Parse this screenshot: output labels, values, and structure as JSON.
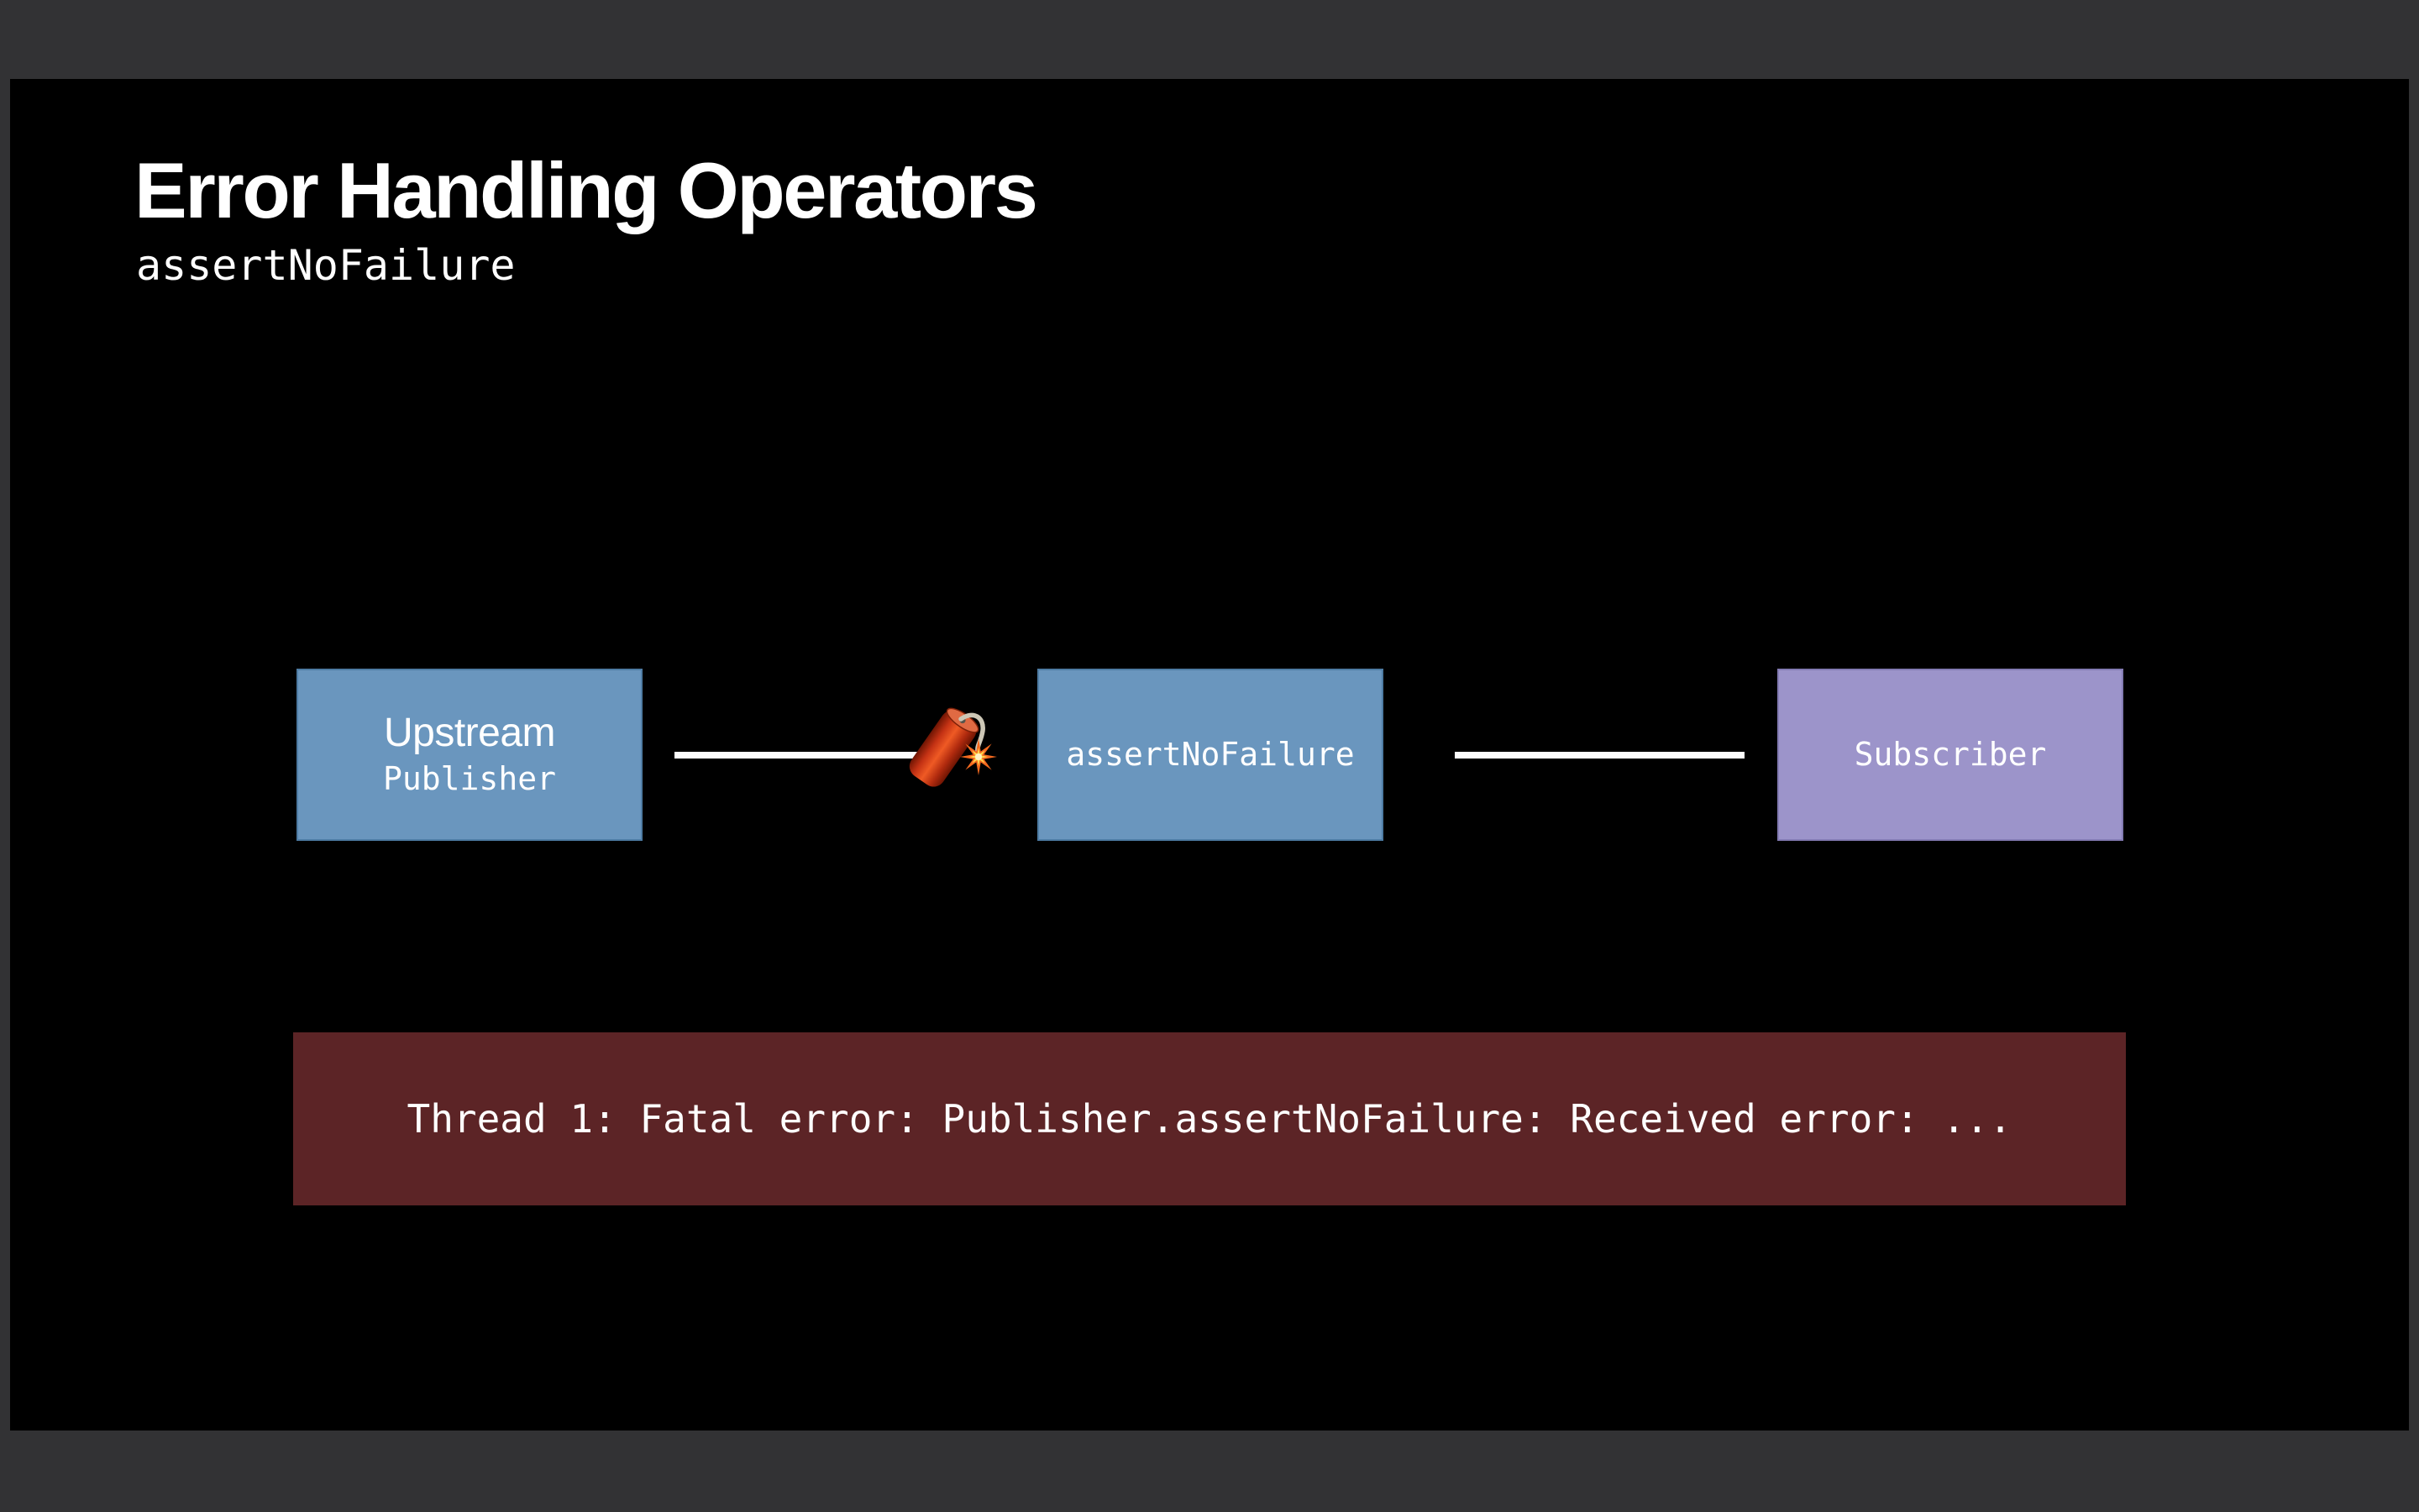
{
  "slide": {
    "title": "Error Handling Operators",
    "subtitle": "assertNoFailure"
  },
  "diagram": {
    "upstream_box": {
      "line1": "Upstream",
      "line2": "Publisher"
    },
    "operator_box": {
      "label": "assertNoFailure"
    },
    "subscriber_box": {
      "label": "Subscriber"
    },
    "firecracker_icon": "firecracker-emoji"
  },
  "error_banner": {
    "text": "Thread 1: Fatal error: Publisher.assertNoFailure: Received error: ..."
  },
  "colors": {
    "background": "#323234",
    "slide": "#000000",
    "publisher_blue": "#6a96be",
    "subscriber_purple": "#9c94ca",
    "error_red": "#5c2426",
    "connector_white": "#fcfcfc",
    "text_white": "#ffffff"
  }
}
